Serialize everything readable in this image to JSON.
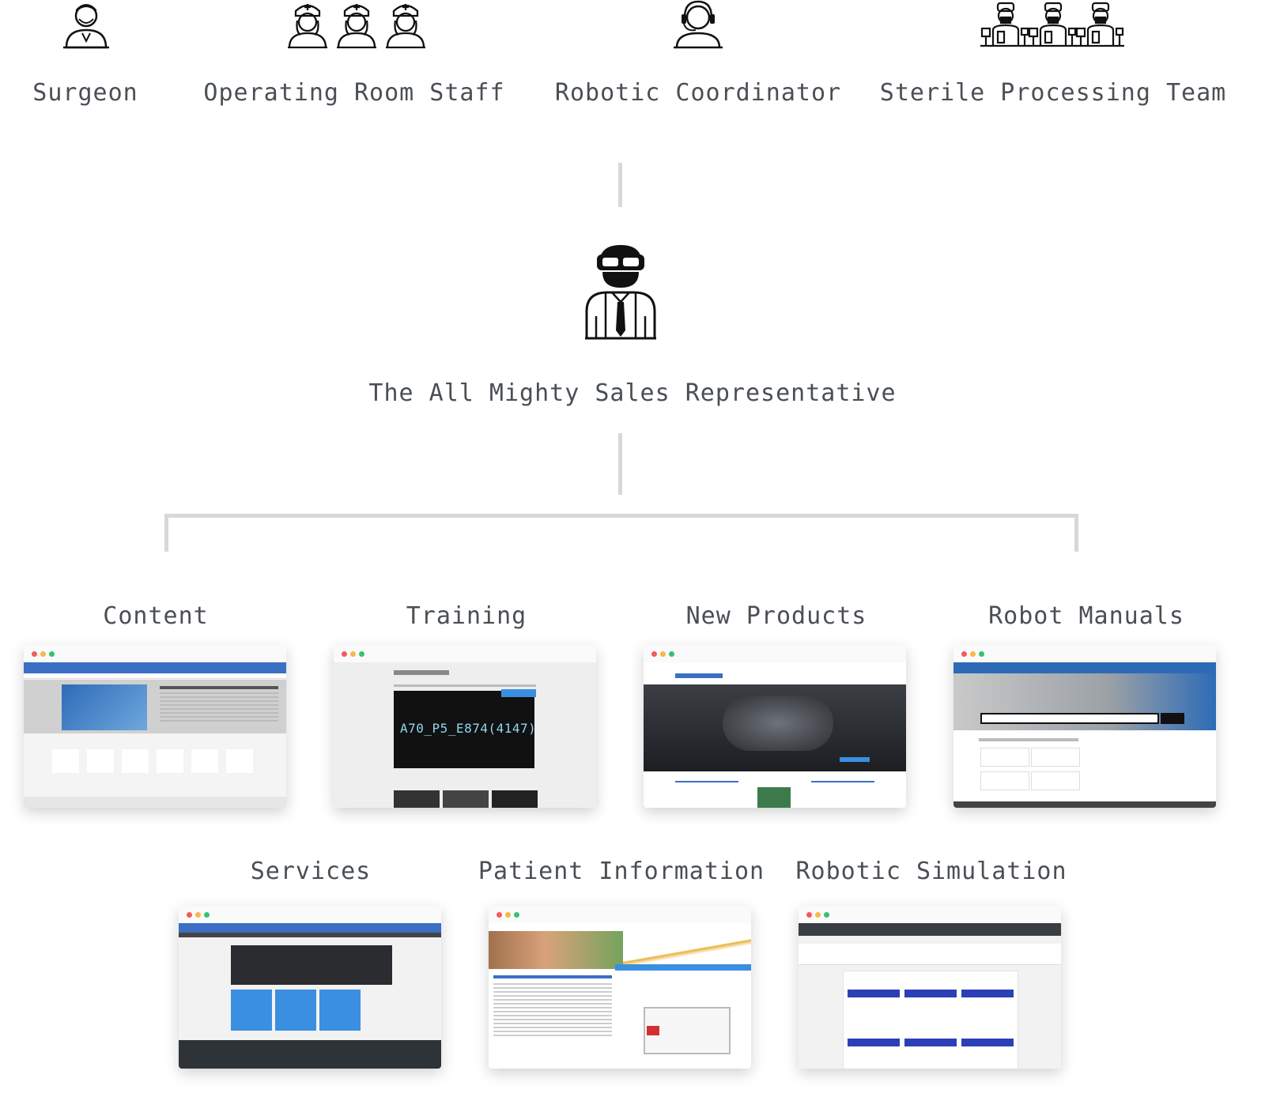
{
  "roles": [
    {
      "label": "Surgeon",
      "icon": "surgeon-icon"
    },
    {
      "label": "Operating Room Staff",
      "icon": "nurses-icon"
    },
    {
      "label": "Robotic Coordinator",
      "icon": "headset-coordinator-icon"
    },
    {
      "label": "Sterile Processing Team",
      "icon": "sterile-team-icon"
    }
  ],
  "center": {
    "label": "The All Mighty Sales Representative",
    "icon": "sales-rep-icon"
  },
  "resources": [
    {
      "title": "Content"
    },
    {
      "title": "Training",
      "screen_text": "A70_P5_E874(4147)"
    },
    {
      "title": "New Products"
    },
    {
      "title": "Robot Manuals"
    },
    {
      "title": "Services"
    },
    {
      "title": "Patient Information"
    },
    {
      "title": "Robotic Simulation"
    }
  ],
  "colors": {
    "text": "#4a4f55",
    "connector": "#d8d8d8",
    "brand_blue": "#3a6fc4"
  }
}
